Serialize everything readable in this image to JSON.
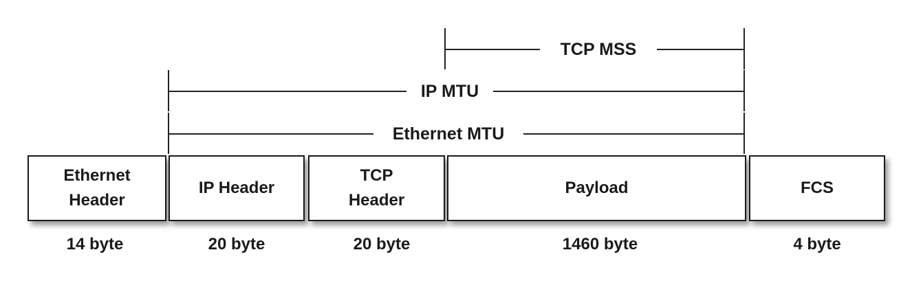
{
  "spans": [
    {
      "id": "tcp-mss",
      "label": "TCP MSS"
    },
    {
      "id": "ip-mtu",
      "label": "IP MTU"
    },
    {
      "id": "ethernet-mtu",
      "label": "Ethernet MTU"
    }
  ],
  "segments": [
    {
      "id": "ethernet-header",
      "lines": [
        "Ethernet",
        "Header"
      ],
      "size": "14 byte"
    },
    {
      "id": "ip-header",
      "lines": [
        "IP Header"
      ],
      "size": "20 byte"
    },
    {
      "id": "tcp-header",
      "lines": [
        "TCP",
        "Header"
      ],
      "size": "20 byte"
    },
    {
      "id": "payload",
      "lines": [
        "Payload"
      ],
      "size": "1460 byte"
    },
    {
      "id": "fcs",
      "lines": [
        "FCS"
      ],
      "size": "4 byte"
    }
  ]
}
